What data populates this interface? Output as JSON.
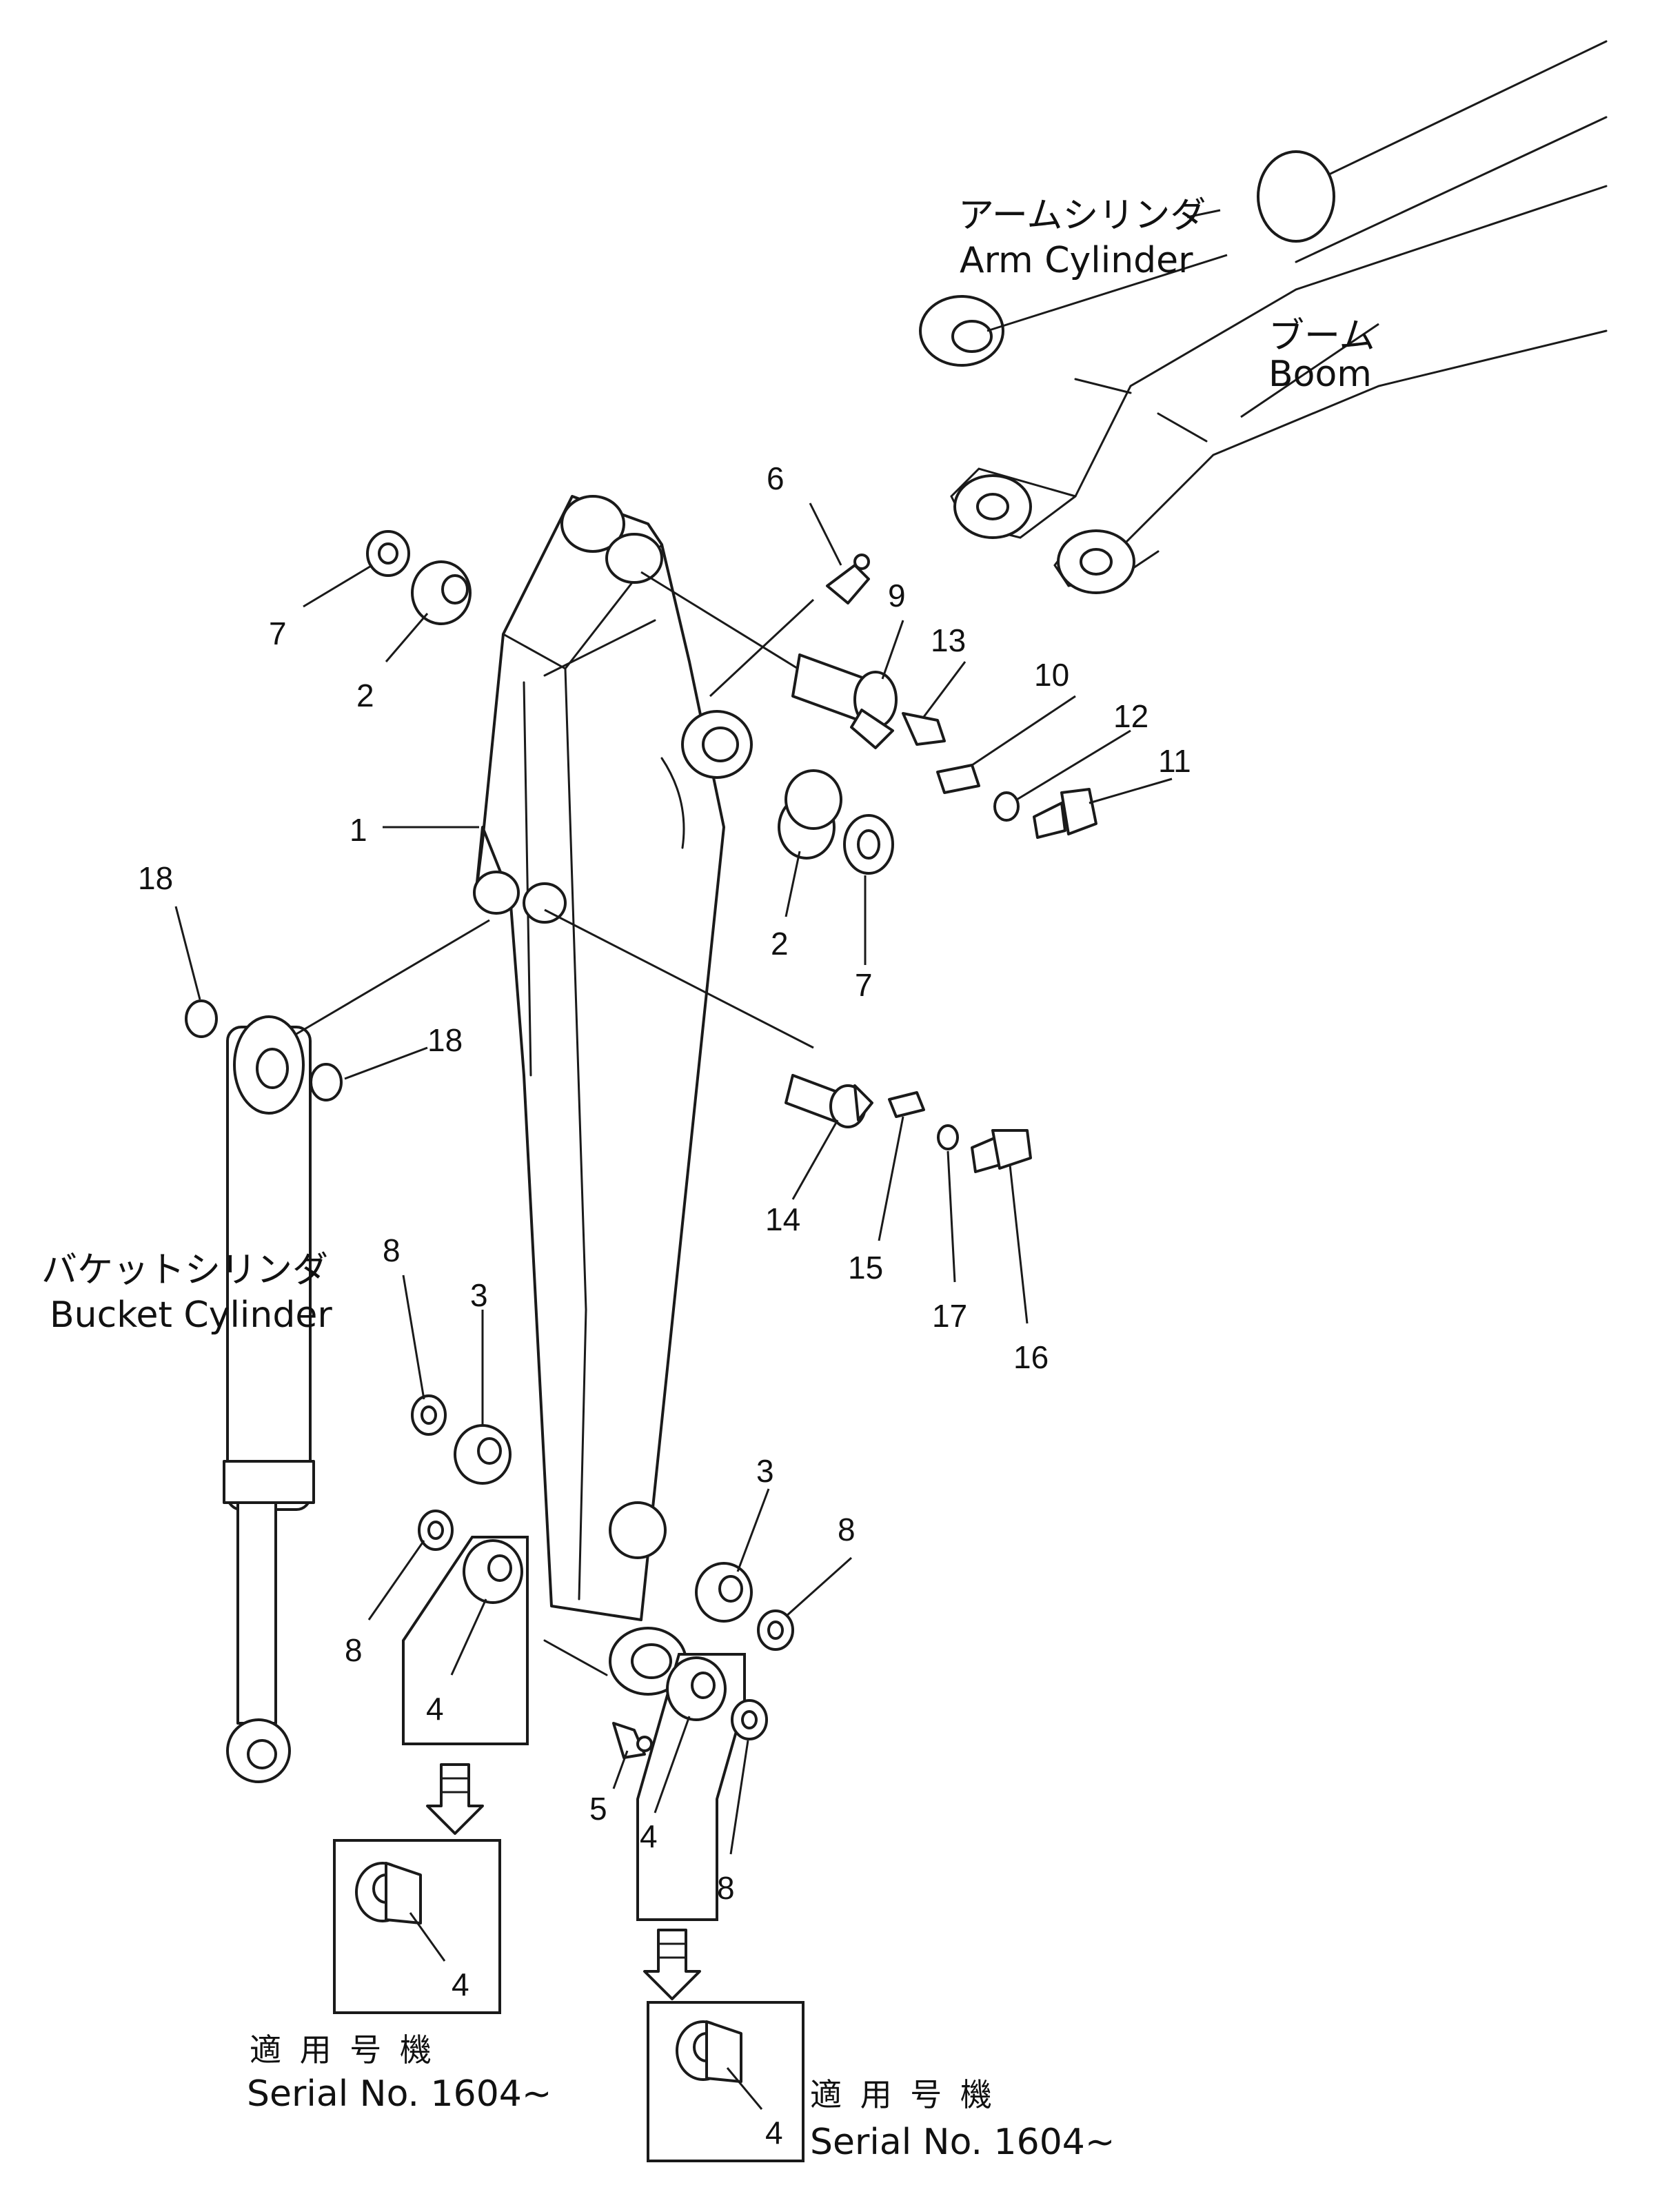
{
  "labels": {
    "arm_cylinder_jp": "アームシリンダ",
    "arm_cylinder_en": "Arm Cylinder",
    "boom_jp": "ブーム",
    "boom_en": "Boom",
    "bucket_cylinder_jp": "バケットシリンダ",
    "bucket_cylinder_en": "Bucket Cylinder",
    "serial_left_jp": "適 用 号 機",
    "serial_left_en": "Serial No. 1604~",
    "serial_right_jp": "適 用 号 機",
    "serial_right_en": "Serial No. 1604~"
  },
  "callouts": [
    "1",
    "2",
    "2",
    "3",
    "3",
    "4",
    "4",
    "4",
    "4",
    "5",
    "6",
    "7",
    "7",
    "8",
    "8",
    "8",
    "8",
    "9",
    "10",
    "11",
    "12",
    "13",
    "14",
    "15",
    "16",
    "17",
    "18",
    "18"
  ]
}
